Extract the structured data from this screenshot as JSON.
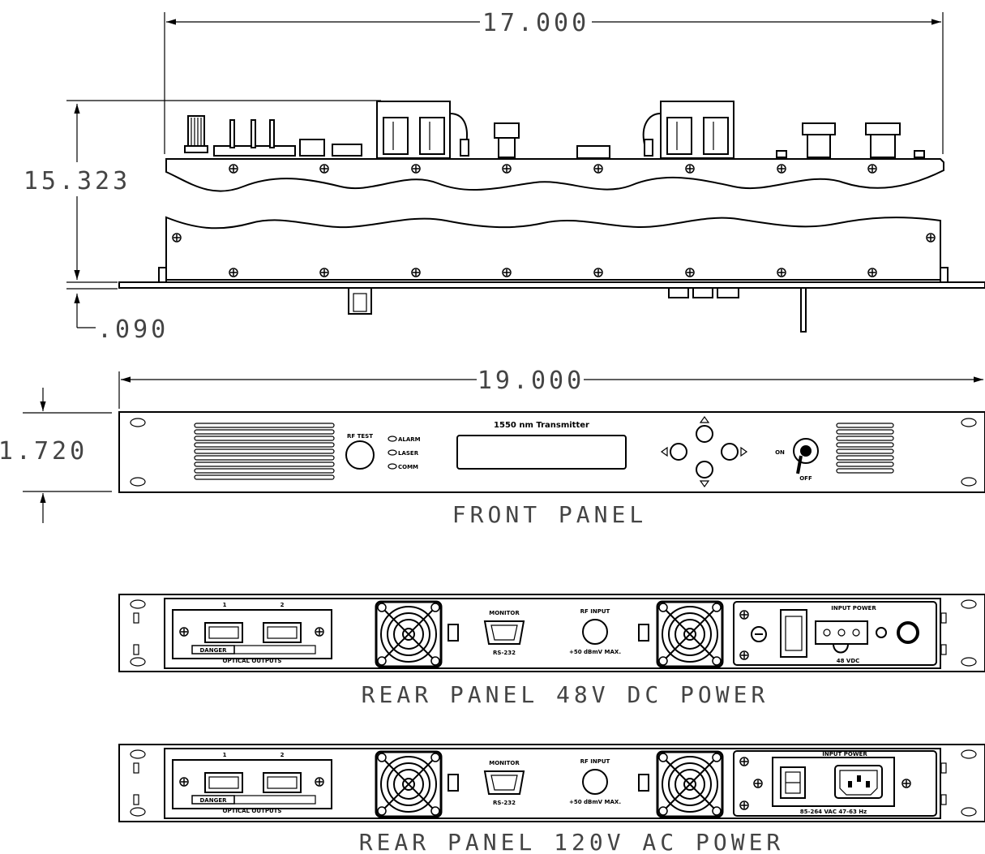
{
  "dimensions": {
    "width_17": "17.000",
    "height_15": "15.323",
    "thickness": ".090",
    "width_19": "19.000",
    "height_1u": "1.720"
  },
  "front_panel": {
    "caption": "FRONT PANEL",
    "title": "1550 nm Transmitter",
    "rf_test": "RF TEST",
    "led_alarm": "ALARM",
    "led_laser": "LASER",
    "led_comm": "COMM",
    "key_on": "ON",
    "key_off": "OFF"
  },
  "rear_dc": {
    "caption": "REAR PANEL  48V DC POWER",
    "port_1": "1",
    "port_2": "2",
    "danger": "DANGER",
    "optical_outputs": "OPTICAL OUTPUTS",
    "monitor": "MONITOR",
    "rs232": "RS-232",
    "rf_input": "RF INPUT",
    "rf_max": "+50 dBmV MAX.",
    "input_power": "INPUT POWER",
    "vdc": "48 VDC"
  },
  "rear_ac": {
    "caption": "REAR PANEL  120V AC POWER",
    "port_1": "1",
    "port_2": "2",
    "danger": "DANGER",
    "optical_outputs": "OPTICAL OUTPUTS",
    "monitor": "MONITOR",
    "rs232": "RS-232",
    "rf_input": "RF INPUT",
    "rf_max": "+50 dBmV MAX.",
    "input_power": "INPUT POWER",
    "vac": "85-264 VAC   47-63 Hz"
  }
}
